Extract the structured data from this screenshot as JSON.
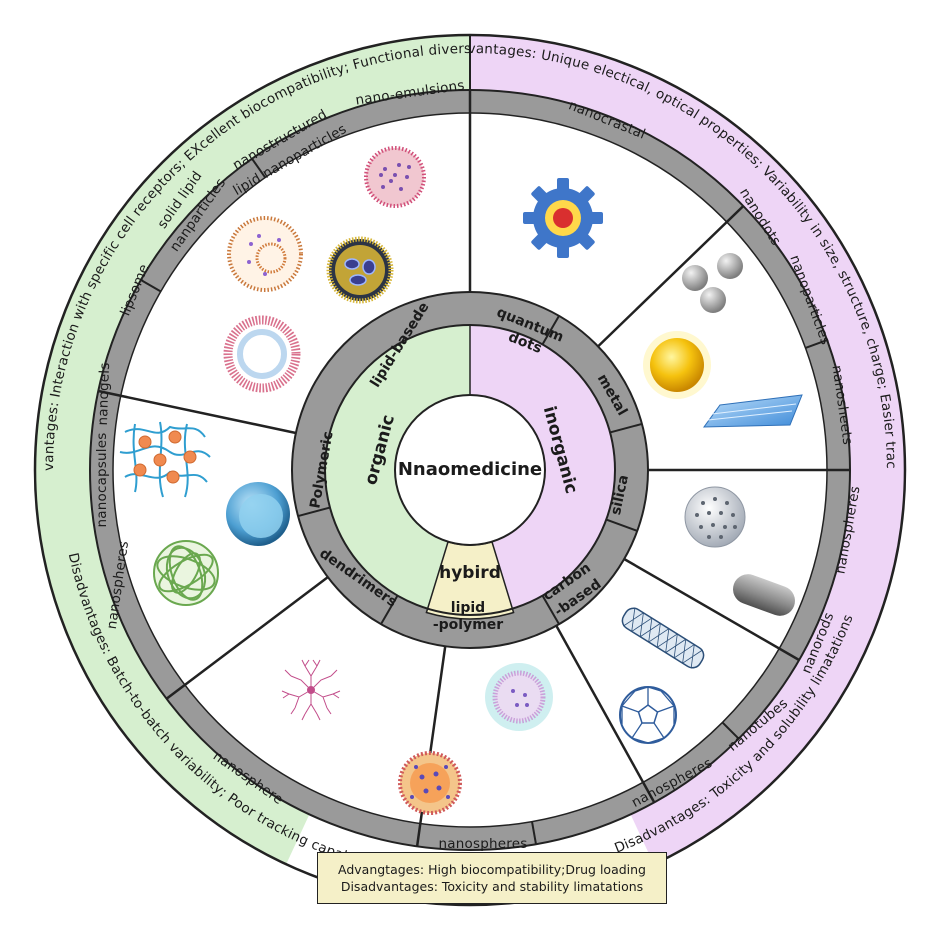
{
  "center": {
    "title": "Nnaomedicine"
  },
  "categories": {
    "organic": "organic",
    "inorganic": "inorganic",
    "hybrid": "hybird"
  },
  "subclasses": {
    "lipid": "lipid-basede",
    "polymeric": "Polymeric",
    "dendrimers": "dendrimers",
    "lipid_polymer_1": "lipid",
    "lipid_polymer_2": "-polymer",
    "carbon_1": "carbon",
    "carbon_2": "-based",
    "silica": "silica",
    "metal": "metal",
    "quantum_1": "quantum",
    "quantum_2": "dots"
  },
  "outer_ring": {
    "nano_emulsions": "nano-emulsions",
    "nanocrastal": "nanocrastal",
    "nanodots": "nanodots",
    "nanoparticles_metal": "nanoparticles",
    "nanosheets": "nanosheets",
    "nanospheres_silica": "nanospheres",
    "nanorods": "nanorods",
    "nanotubes": "nanotubes",
    "nanospheres_carbon": "nanospheres",
    "nanospheres_hybrid": "nanospheres",
    "nanosphere_dendrimer": "nanosphere",
    "nanospheres_poly": "nanospheres",
    "nanocapsules": "nanocapsules",
    "nanogels": "nanogels",
    "lipsome": "lipsome",
    "solid_lipid_1": "solid lipid",
    "solid_lipid_2": "nanparticles",
    "nlc_1": "nanostructured",
    "nlc_2": "lipid nanoparticles"
  },
  "organic_notes": {
    "advantages": "Advantages: Interaction with specific cell receptors; EXcellent biocompatibility; Functional diversity",
    "disadvantages": "Disadvantages: Batch-to-batch variability; Poor tracking capabilities"
  },
  "inorganic_notes": {
    "advantages": "Advantages: Unique electical, optical properties; Variability in size, structure, charge; Easier tracing",
    "disadvantages": "Disadvantages: Toxicity and solubility limatations"
  },
  "hybrid_notes": {
    "advantages": "Advangtages: High biocompatibility;Drug loading",
    "disadvantages": "Disadvantages: Toxicity and stability limatations"
  },
  "colors": {
    "organic": "#d6efcf",
    "inorganic": "#eed5f6",
    "hybrid": "#f5f0c8",
    "ring_gray": "#9a9a9a",
    "outline": "#222222"
  },
  "icons": [
    "nanoemulsion-icon",
    "liposome-icon",
    "solid-lipid-nanoparticle-icon",
    "nlc-icon",
    "nanocrystal-icon",
    "nanodots-icon",
    "nanoparticle-icon",
    "nanosheet-icon",
    "silica-nanosphere-icon",
    "nanorod-icon",
    "nanotube-icon",
    "fullerene-icon",
    "hybrid-nanoparticle-icon",
    "hybrid-core-shell-icon",
    "dendrimer-icon",
    "nanogel-icon",
    "nanocapsule-icon",
    "polymer-nanosphere-icon"
  ]
}
